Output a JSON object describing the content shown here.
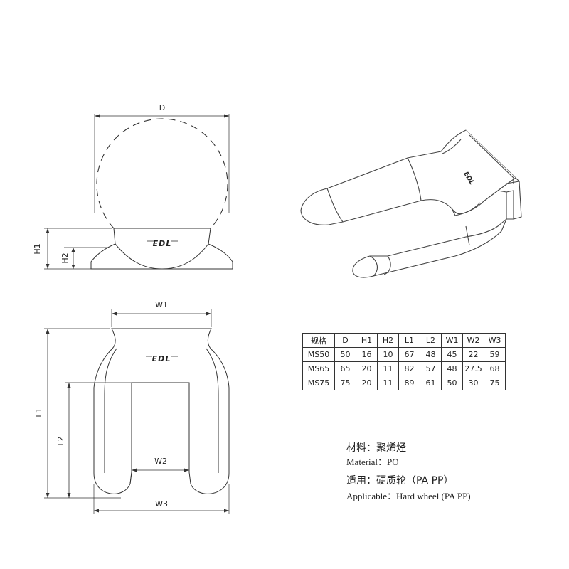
{
  "drawing": {
    "logo_text": "EDL",
    "dimension_labels": {
      "D": "D",
      "H1": "H1",
      "H2": "H2",
      "W1": "W1",
      "W2": "W2",
      "W3": "W3",
      "L1": "L1",
      "L2": "L2"
    }
  },
  "spec_table": {
    "headers": [
      "规格",
      "D",
      "H1",
      "H2",
      "L1",
      "L2",
      "W1",
      "W2",
      "W3"
    ],
    "rows": [
      [
        "MS50",
        "50",
        "16",
        "10",
        "67",
        "48",
        "45",
        "22",
        "59"
      ],
      [
        "MS65",
        "65",
        "20",
        "11",
        "82",
        "57",
        "48",
        "27.5",
        "68"
      ],
      [
        "MS75",
        "75",
        "20",
        "11",
        "89",
        "61",
        "50",
        "30",
        "75"
      ]
    ]
  },
  "notes": {
    "material_cn": "材料：聚烯烃",
    "material_en": "Material：PO",
    "applicable_cn": "适用：硬质轮（PA  PP）",
    "applicable_en": "Applicable：Hard wheel (PA  PP)"
  }
}
